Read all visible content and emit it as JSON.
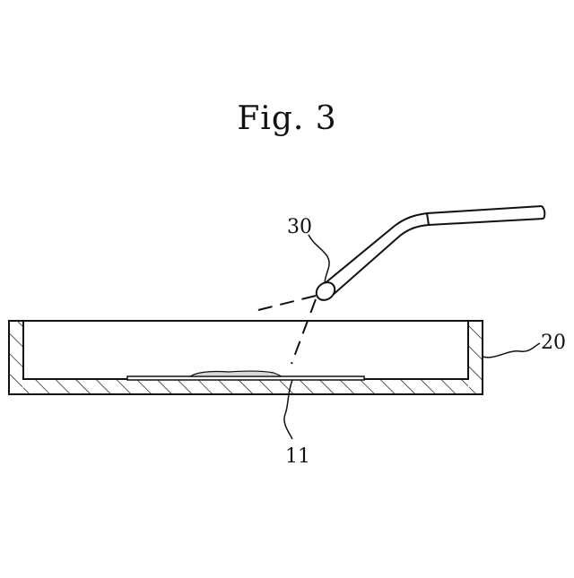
{
  "figure": {
    "title": "Fig. 3",
    "labels": {
      "nozzle": "30",
      "container": "20",
      "sample": "11"
    }
  }
}
